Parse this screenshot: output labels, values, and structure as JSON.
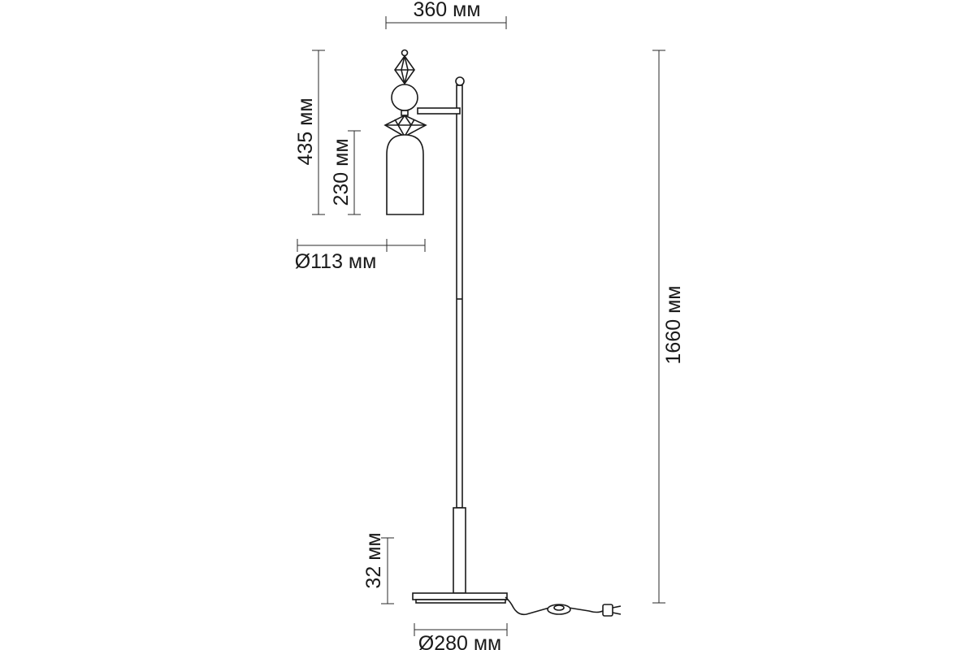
{
  "dimensions": {
    "width_top": "360 мм",
    "total_pendant_height": "435 мм",
    "shade_height": "230 мм",
    "shade_diameter": "Ø113 мм",
    "total_height": "1660 мм",
    "base_thickness": "32 мм",
    "base_diameter": "Ø280 мм"
  },
  "colors": {
    "line": "#1a1a1a",
    "background": "#ffffff"
  }
}
